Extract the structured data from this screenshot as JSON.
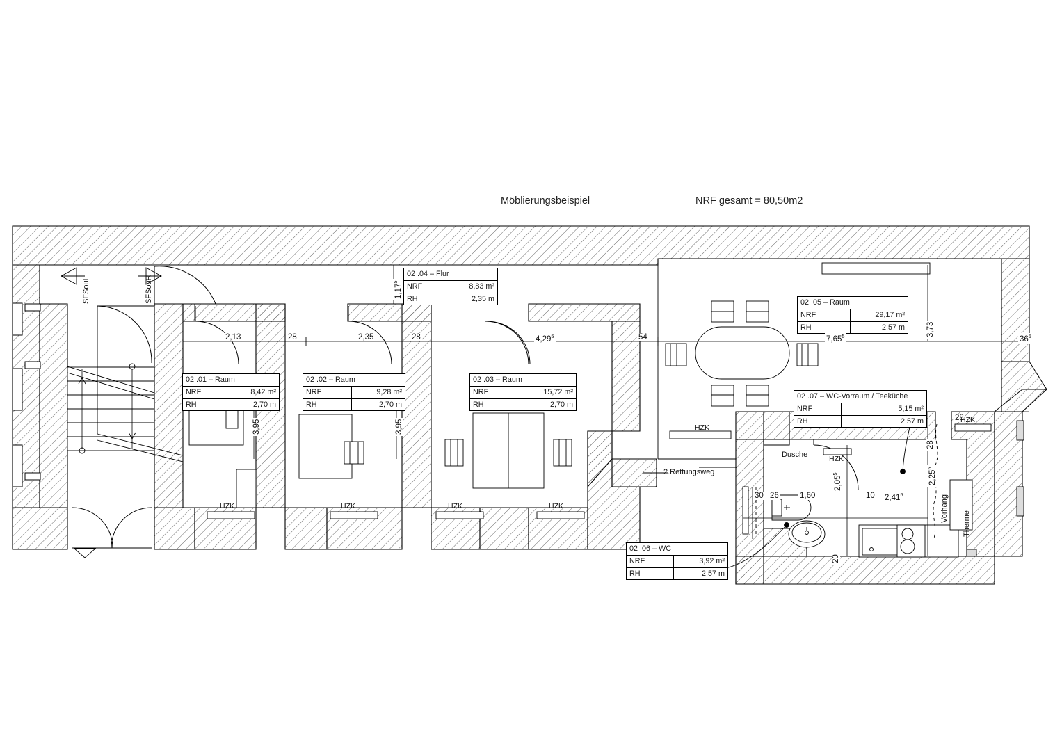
{
  "titles": {
    "left": "Möblierungsbeispiel",
    "right": "NRF gesamt = 80,50m2"
  },
  "rooms": [
    {
      "id": "r01",
      "header": "02  .01 – Raum",
      "nrf_key": "NRF",
      "nrf_val": "8,42 m²",
      "rh_key": "RH",
      "rh_val": "2,70 m"
    },
    {
      "id": "r02",
      "header": "02  .02 – Raum",
      "nrf_key": "NRF",
      "nrf_val": "9,28 m²",
      "rh_key": "RH",
      "rh_val": "2,70 m"
    },
    {
      "id": "r03",
      "header": "02  .03 – Raum",
      "nrf_key": "NRF",
      "nrf_val": "15,72 m²",
      "rh_key": "RH",
      "rh_val": "2,70 m"
    },
    {
      "id": "r04",
      "header": "02  .04 – Flur",
      "nrf_key": "NRF",
      "nrf_val": "8,83 m²",
      "rh_key": "RH",
      "rh_val": "2,35 m"
    },
    {
      "id": "r05",
      "header": "02  .05 – Raum",
      "nrf_key": "NRF",
      "nrf_val": "29,17 m²",
      "rh_key": "RH",
      "rh_val": "2,57 m"
    },
    {
      "id": "r06",
      "header": "02  .06 – WC",
      "nrf_key": "NRF",
      "nrf_val": "3,92 m²",
      "rh_key": "RH",
      "rh_val": "2,57 m"
    },
    {
      "id": "r07",
      "header": "02  .07 – WC-Vorraum / Teeküche",
      "nrf_key": "NRF",
      "nrf_val": "5,15 m²",
      "rh_key": "RH",
      "rh_val": "2,57 m"
    }
  ],
  "dimensions": {
    "h_main": [
      "2,13",
      "28",
      "2,35",
      "28",
      "4,29",
      "54",
      "7,65",
      "36"
    ],
    "d_213": "2,13",
    "d_28a": "28",
    "d_235": "2,35",
    "d_28b": "28",
    "d_429": "4,29",
    "d_429s": "5",
    "d_54": "54",
    "d_765": "7,65",
    "d_765s": "5",
    "d_36": "36",
    "d_36s": "5",
    "v_117": "1,17",
    "v_117s": "5",
    "v_395a": "3,95",
    "v_395b": "3,95",
    "v_373": "3,73",
    "v_28r": "28",
    "v_28r2": "28",
    "v_225": "2,25",
    "v_225s": "5",
    "v_205": "2,05",
    "v_205s": "5",
    "v_20": "20",
    "bath": {
      "d_30": "30",
      "d_26": "26",
      "d_160": "1,60",
      "d_10": "10",
      "d_241": "2,41",
      "d_241s": "5"
    }
  },
  "annotations": {
    "sfsoul": "SFSouL",
    "sfsour": "SFSouR",
    "rettungsweg": "2.Rettungsweg",
    "dusche": "Dusche",
    "vorhang": "Vorhang",
    "therme": "Therme",
    "hzk": "HZK",
    "hzk_labels": [
      "HZK",
      "HZK",
      "HZK",
      "HZK",
      "HZK",
      "HZK",
      "HZK",
      "HZK"
    ]
  },
  "colors": {
    "line": "#000000",
    "hatch": "#555555",
    "furniture": "#333333",
    "background": "#ffffff"
  }
}
